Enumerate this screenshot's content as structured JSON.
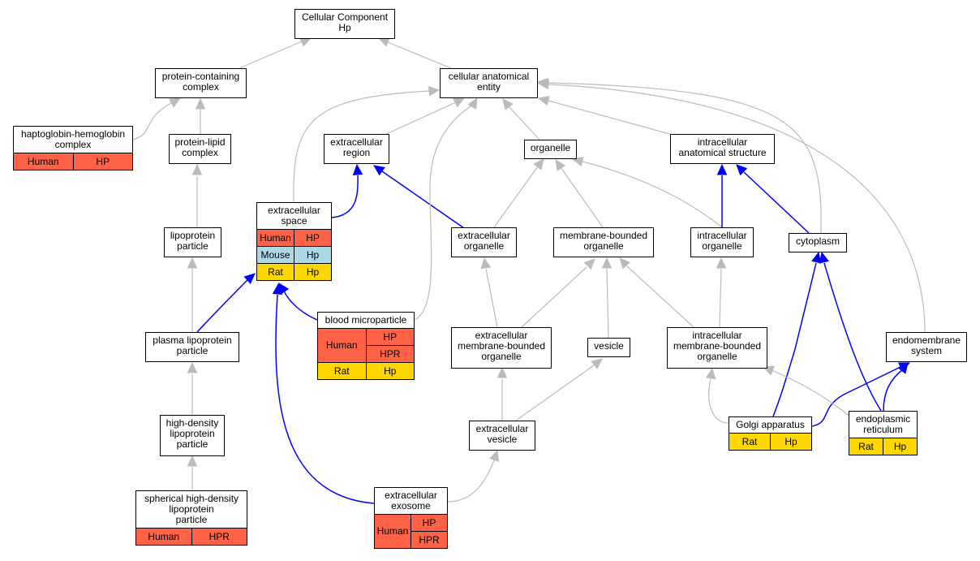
{
  "colors": {
    "human": "#ff6347",
    "mouse": "#add8e6",
    "rat": "#ffd700",
    "edge_default": "#bbbbbb",
    "edge_blue": "#0000ff"
  },
  "nodes": {
    "cc": "Cellular Component\nHp",
    "pcc": "protein-containing\ncomplex",
    "cae": "cellular anatomical\nentity",
    "hhc": "haptoglobin-hemoglobin\ncomplex",
    "plc": "protein-lipid\ncomplex",
    "er": "extracellular\nregion",
    "org": "organelle",
    "ias": "intracellular\nanatomical structure",
    "es": "extracellular\nspace",
    "lp": "lipoprotein\nparticle",
    "eo": "extracellular\norganelle",
    "mbo": "membrane-bounded\norganelle",
    "io": "intracellular\norganelle",
    "cyto": "cytoplasm",
    "bmp": "blood microparticle",
    "pl": "plasma lipoprotein\nparticle",
    "embo": "extracellular\nmembrane-bounded\norganelle",
    "ves": "vesicle",
    "imbo": "intracellular\nmembrane-bounded\norganelle",
    "ems": "endomembrane\nsystem",
    "hdl": "high-density\nlipoprotein\nparticle",
    "ev": "extracellular\nvesicle",
    "golgi": "Golgi apparatus",
    "erc": "endoplasmic\nreticulum",
    "shdl": "spherical high-density\nlipoprotein\nparticle",
    "exo": "extracellular\nexosome"
  },
  "annotations": {
    "hhc": [
      [
        "Human",
        "HP"
      ]
    ],
    "es": [
      [
        "Human",
        "HP"
      ],
      [
        "Mouse",
        "Hp"
      ],
      [
        "Rat",
        "Hp"
      ]
    ],
    "bmp": [
      [
        "Human",
        "HP",
        "HPR"
      ],
      [
        "Rat",
        "Hp"
      ]
    ],
    "shdl": [
      [
        "Human",
        "HPR"
      ]
    ],
    "exo": [
      [
        "Human",
        "HP",
        "HPR"
      ]
    ],
    "golgi": [
      [
        "Rat",
        "Hp"
      ]
    ],
    "erc": [
      [
        "Rat",
        "Hp"
      ]
    ]
  }
}
